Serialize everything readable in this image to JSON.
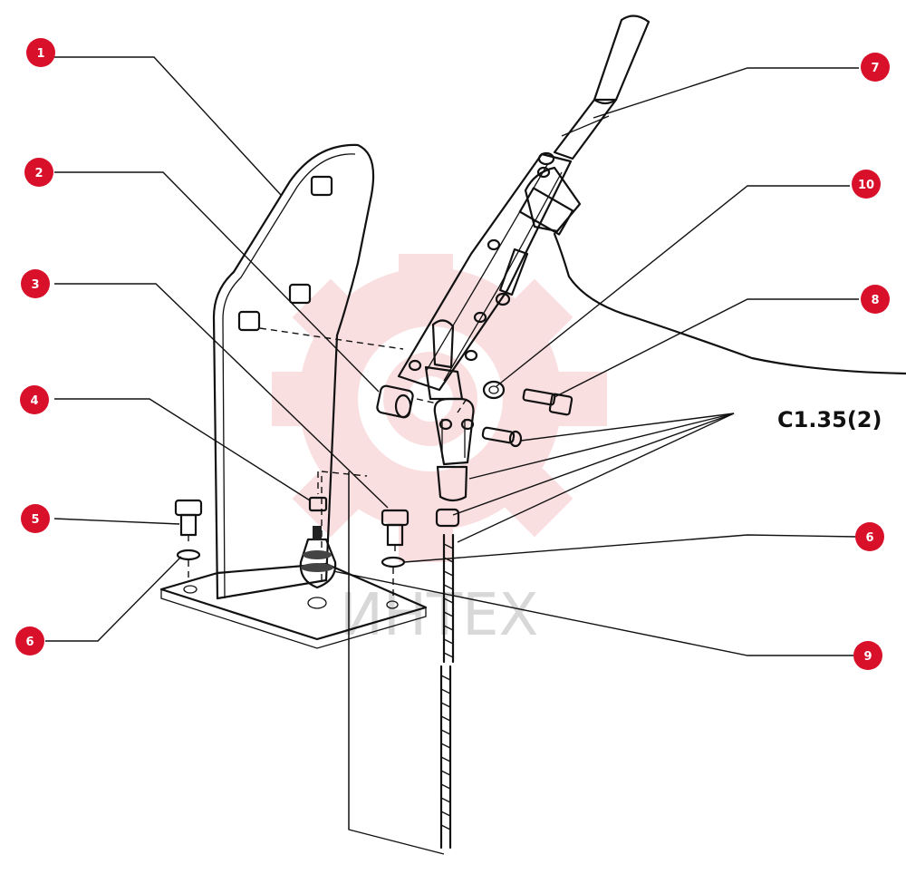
{
  "diagram": {
    "callouts": [
      {
        "id": "c1",
        "label": "1"
      },
      {
        "id": "c2",
        "label": "2"
      },
      {
        "id": "c3",
        "label": "3"
      },
      {
        "id": "c4",
        "label": "4"
      },
      {
        "id": "c5",
        "label": "5"
      },
      {
        "id": "c6a",
        "label": "6"
      },
      {
        "id": "c7",
        "label": "7"
      },
      {
        "id": "c10",
        "label": "10"
      },
      {
        "id": "c8",
        "label": "8"
      },
      {
        "id": "c6b",
        "label": "6"
      },
      {
        "id": "c9",
        "label": "9"
      }
    ],
    "reference_label": "C1.35(2)",
    "watermark_text": "ИНТЕХ",
    "colors": {
      "callout_fill": "#d8102a",
      "line": "#111111",
      "watermark": "#f6c5c8"
    }
  }
}
